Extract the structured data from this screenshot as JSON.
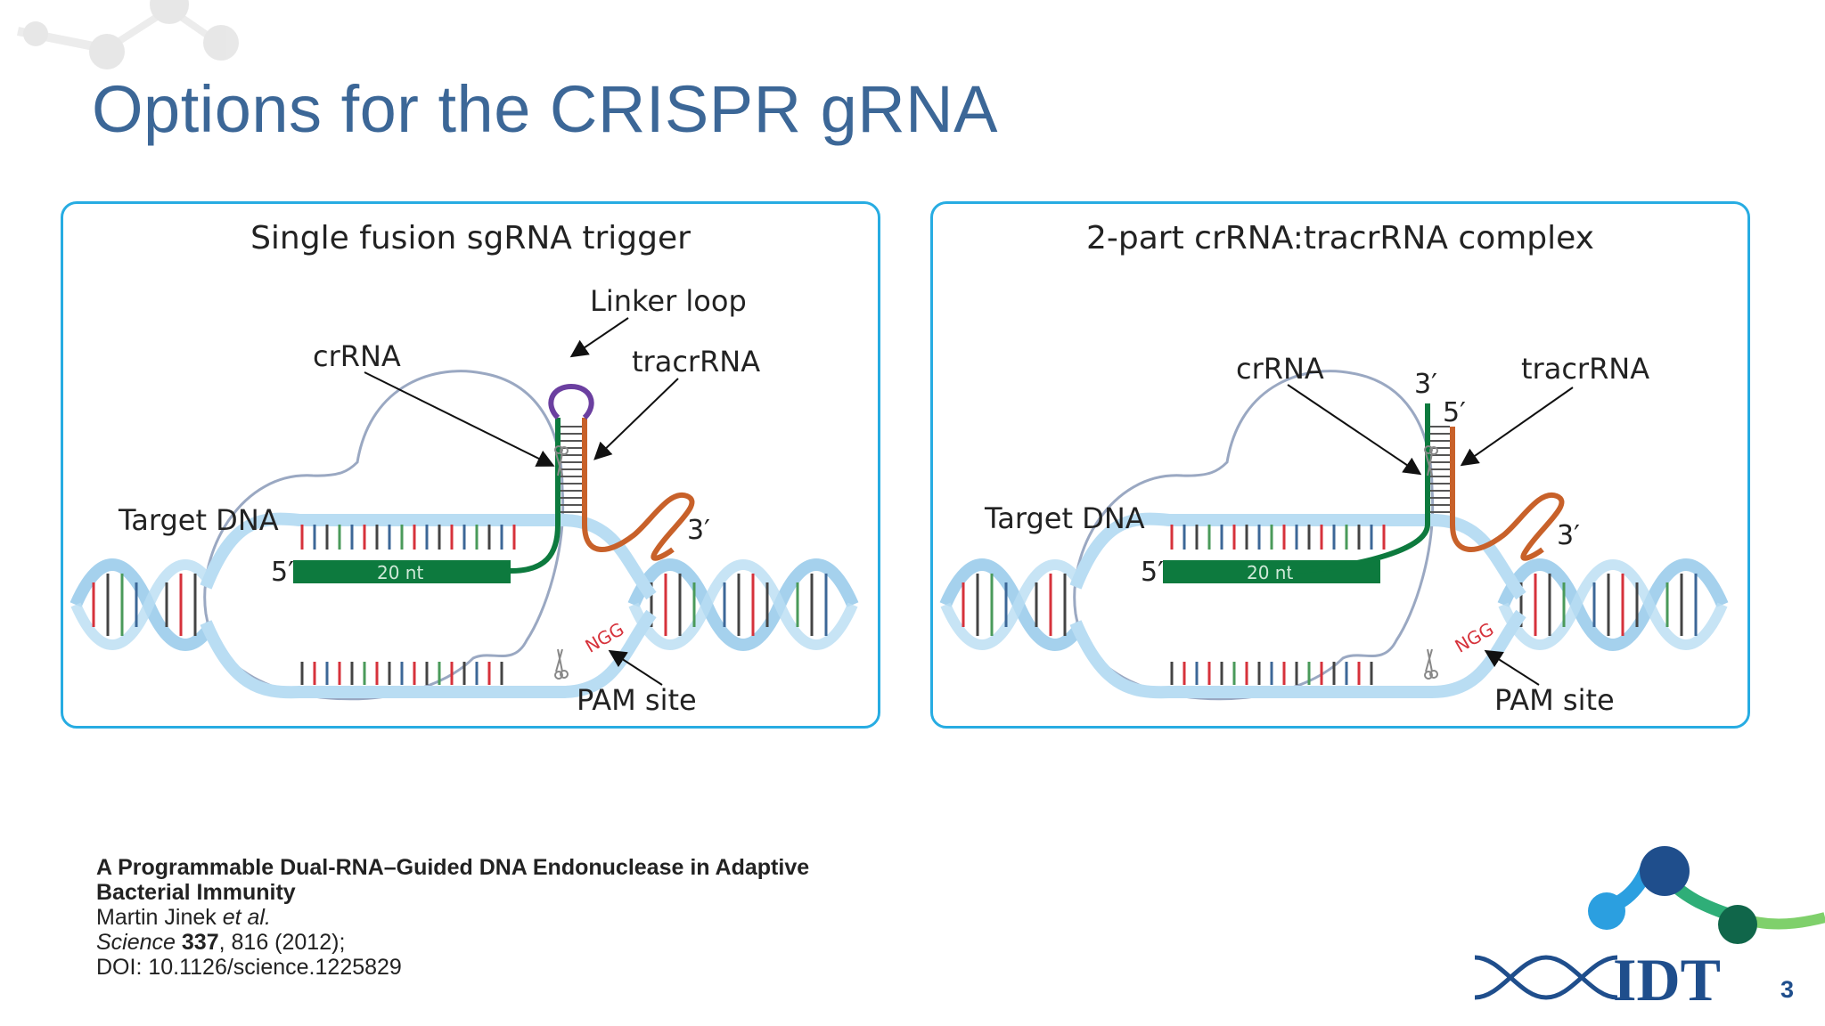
{
  "slide": {
    "title": "Options for the CRISPR gRNA",
    "page_number": "3"
  },
  "panels": [
    {
      "title": "Single fusion sgRNA trigger",
      "labels": {
        "linker": "Linker loop",
        "crrna": "crRNA",
        "tracrrna": "tracrRNA",
        "target": "Target DNA",
        "five_prime": "5′",
        "three_prime": "3′",
        "nt": "20 nt",
        "pam_seq": "NGG",
        "pam": "PAM site"
      }
    },
    {
      "title": "2-part crRNA:tracrRNA complex",
      "labels": {
        "three_prime_top": "3′",
        "five_prime_top": "5′",
        "crrna": "crRNA",
        "tracrrna": "tracrRNA",
        "target": "Target DNA",
        "five_prime": "5′",
        "three_prime": "3′",
        "nt": "20 nt",
        "pam_seq": "NGG",
        "pam": "PAM site"
      }
    }
  ],
  "citation": {
    "title_line1": "A Programmable Dual-RNA–Guided DNA Endonuclease in Adaptive",
    "title_line2": "Bacterial Immunity",
    "author": "Martin Jinek",
    "author_suffix": "et al.",
    "journal": "Science",
    "volume": "337",
    "pages_year": ", 816 (2012);",
    "doi": "DOI: 10.1126/science.1225829"
  },
  "logo": {
    "text": "IDT"
  },
  "colors": {
    "title": "#3c6797",
    "panel_border": "#27ace2",
    "crrna_green": "#0d7a3e",
    "tracrrna_orange": "#c8612a",
    "linker_purple": "#6b3fa0",
    "pam_red": "#d6323b",
    "logo_blue": "#1f4e8c"
  }
}
